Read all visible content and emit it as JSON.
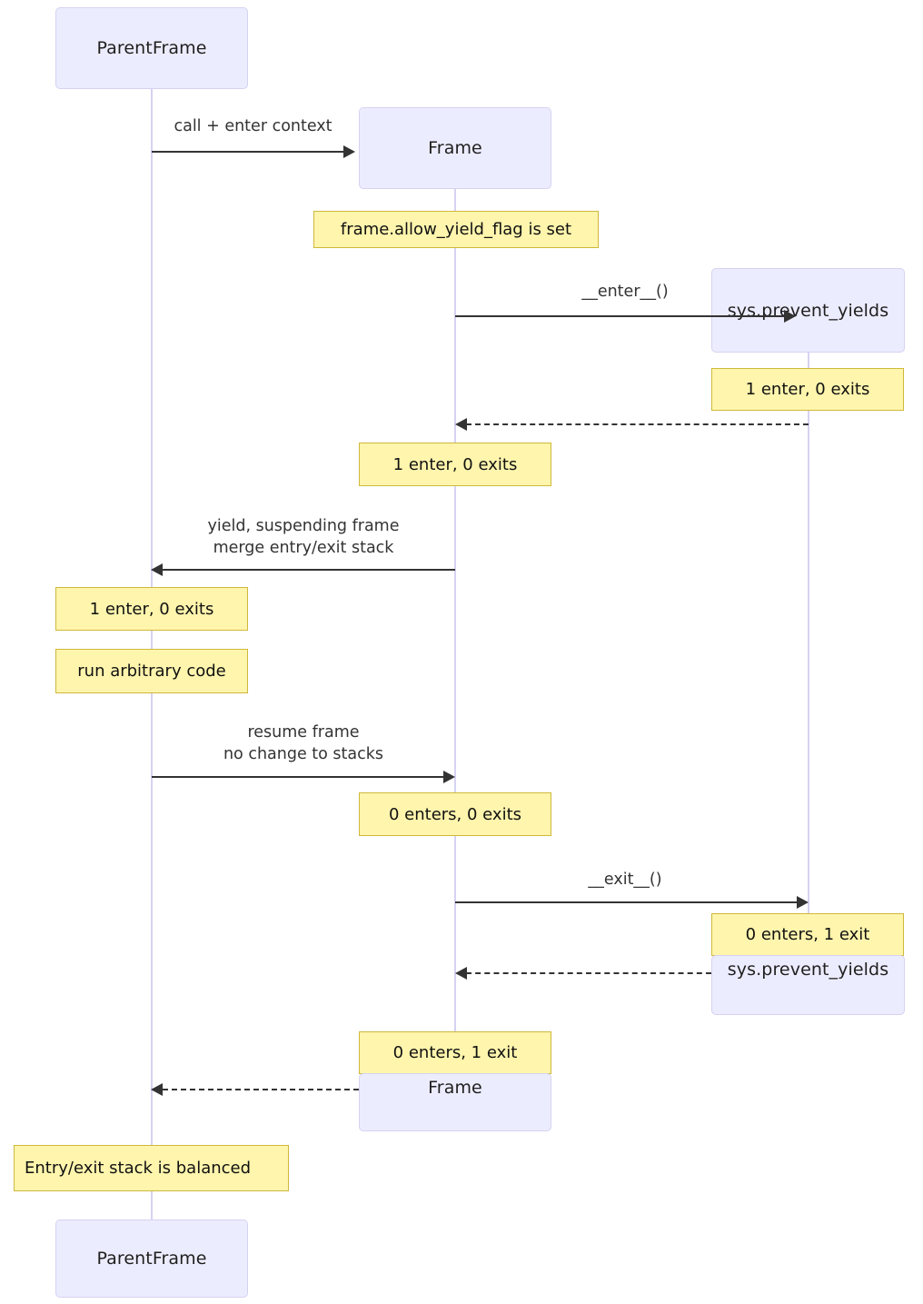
{
  "diagram": {
    "type": "sequence-diagram",
    "background": "#ffffff",
    "colors": {
      "actor_fill": "#ececff",
      "actor_border": "#d6d2f0",
      "note_fill": "#fff5ad",
      "note_border": "#cfb83a",
      "lifeline": "#d5d2f2",
      "arrow": "#333333",
      "text": "#1f1f1f"
    }
  },
  "participants": [
    {
      "id": "parent",
      "label": "ParentFrame"
    },
    {
      "id": "frame",
      "label": "Frame"
    },
    {
      "id": "sys",
      "label": "sys.prevent_yields"
    }
  ],
  "actor_boxes": [
    {
      "name": "actor-parentframe-top",
      "label": "ParentFrame"
    },
    {
      "name": "actor-frame-top",
      "label": "Frame"
    },
    {
      "name": "actor-sysprevent-top",
      "label": "sys.prevent_yields"
    },
    {
      "name": "actor-sysprevent-bottom",
      "label": "sys.prevent_yields"
    },
    {
      "name": "actor-frame-bottom",
      "label": "Frame"
    },
    {
      "name": "actor-parentframe-bottom",
      "label": "ParentFrame"
    }
  ],
  "messages": [
    {
      "name": "message-call-enter-context",
      "label": "call + enter context",
      "from": "parent",
      "to": "frame",
      "style": "solid"
    },
    {
      "name": "message-enter-call",
      "label": "__enter__()",
      "from": "frame",
      "to": "sys",
      "style": "solid"
    },
    {
      "name": "message-enter-return",
      "label": "",
      "from": "sys",
      "to": "frame",
      "style": "dashed"
    },
    {
      "name": "message-yield-suspend",
      "label": "yield, suspending frame\nmerge entry/exit stack",
      "from": "frame",
      "to": "parent",
      "style": "solid"
    },
    {
      "name": "message-resume-frame",
      "label": "resume frame\nno change to stacks",
      "from": "parent",
      "to": "frame",
      "style": "solid"
    },
    {
      "name": "message-exit-call",
      "label": "__exit__()",
      "from": "frame",
      "to": "sys",
      "style": "solid"
    },
    {
      "name": "message-exit-return",
      "label": "",
      "from": "sys",
      "to": "frame",
      "style": "dashed"
    },
    {
      "name": "message-frame-return",
      "label": "",
      "from": "frame",
      "to": "parent",
      "style": "dashed"
    }
  ],
  "notes": [
    {
      "name": "note-allow-yield-flag",
      "text": "frame.allow_yield_flag is set",
      "over": "frame"
    },
    {
      "name": "note-sys-1enter-0exits",
      "text": "1 enter, 0 exits",
      "over": "sys"
    },
    {
      "name": "note-frame-1enter-0exits",
      "text": "1 enter, 0 exits",
      "over": "frame"
    },
    {
      "name": "note-parent-1enter-0exits",
      "text": "1 enter, 0 exits",
      "over": "parent"
    },
    {
      "name": "note-run-arbitrary-code",
      "text": "run arbitrary code",
      "over": "parent"
    },
    {
      "name": "note-frame-0enters-0exits",
      "text": "0 enters, 0 exits",
      "over": "frame"
    },
    {
      "name": "note-sys-0enters-1exit",
      "text": "0 enters, 1 exit",
      "over": "sys"
    },
    {
      "name": "note-frame-0enters-1exit",
      "text": "0 enters, 1 exit",
      "over": "frame"
    },
    {
      "name": "note-stack-balanced",
      "text": "Entry/exit stack is balanced",
      "over": "parent"
    }
  ]
}
